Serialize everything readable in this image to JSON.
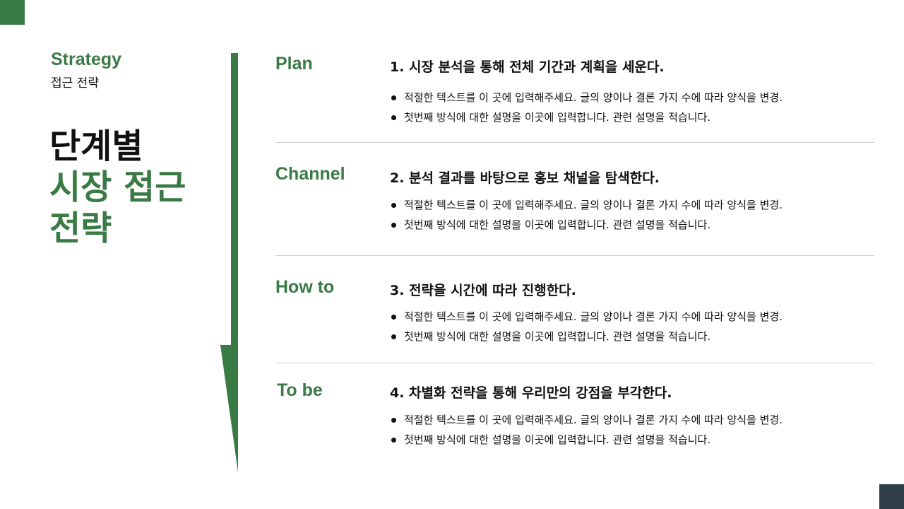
{
  "colors": {
    "accent": "#3a7a45",
    "corner_dark": "#2f3f4a",
    "text": "#111111",
    "divider": "#cfcfcf"
  },
  "header": {
    "eyebrow": "Strategy",
    "eyebrow_sub": "접근 전략"
  },
  "title": {
    "line1": "단계별",
    "line2a": "시장 접근",
    "line2b": "전략"
  },
  "rows": [
    {
      "label": "Plan",
      "title": "1. 시장 분석을 통해 전체 기간과 계획을 세운다.",
      "bullets": [
        "적절한 텍스트를 이 곳에 입력해주세요. 글의 양이나 결론 가지 수에 따라 양식을 변경.",
        "첫번째 방식에 대한 설명을 이곳에 입력합니다. 관련 설명을 적습니다."
      ]
    },
    {
      "label": "Channel",
      "title": "2. 분석 결과를 바탕으로 홍보 채널을 탐색한다.",
      "bullets": [
        "적절한 텍스트를 이 곳에 입력해주세요. 글의 양이나 결론 가지 수에 따라 양식을 변경.",
        "첫번째 방식에 대한 설명을 이곳에 입력합니다. 관련 설명을 적습니다."
      ]
    },
    {
      "label": "How to",
      "title": "3. 전략을 시간에 따라 진행한다.",
      "bullets": [
        "적절한 텍스트를 이 곳에 입력해주세요. 글의 양이나 결론 가지 수에 따라 양식을 변경.",
        "첫번째 방식에 대한 설명을 이곳에 입력합니다. 관련 설명을 적습니다."
      ]
    },
    {
      "label": "To be",
      "title": "4. 차별화 전략을 통해 우리만의 강점을 부각한다.",
      "bullets": [
        "적절한 텍스트를 이 곳에 입력해주세요. 글의 양이나 결론 가지 수에 따라 양식을 변경.",
        "첫번째 방식에 대한 설명을 이곳에 입력합니다. 관련 설명을 적습니다."
      ]
    }
  ]
}
